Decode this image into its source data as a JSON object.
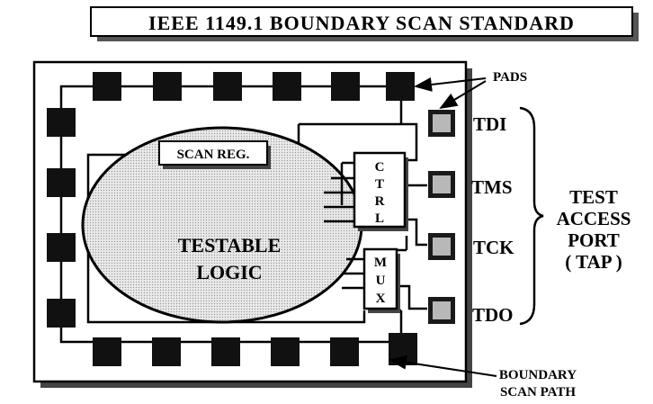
{
  "title": "IEEE 1149.1 BOUNDARY SCAN STANDARD",
  "labels": {
    "pads": "PADS",
    "scan_reg": "SCAN REG.",
    "testable_logic_line1": "TESTABLE",
    "testable_logic_line2": "LOGIC",
    "ctrl_letters": [
      "C",
      "T",
      "R",
      "L"
    ],
    "mux_letters": [
      "M",
      "U",
      "X"
    ],
    "boundary_scan_path_line1": "BOUNDARY",
    "boundary_scan_path_line2": "SCAN PATH",
    "tap_line1": "TEST",
    "tap_line2": "ACCESS",
    "tap_line3": "PORT",
    "tap_line4": "( TAP )"
  },
  "pins": [
    "TDI",
    "TMS",
    "TCK",
    "TDO"
  ],
  "colors": {
    "pad_dark": "#111111",
    "pad_light": "#b8b8b8",
    "logic_fill": "#e3e3e3",
    "shadow": "#333333"
  }
}
